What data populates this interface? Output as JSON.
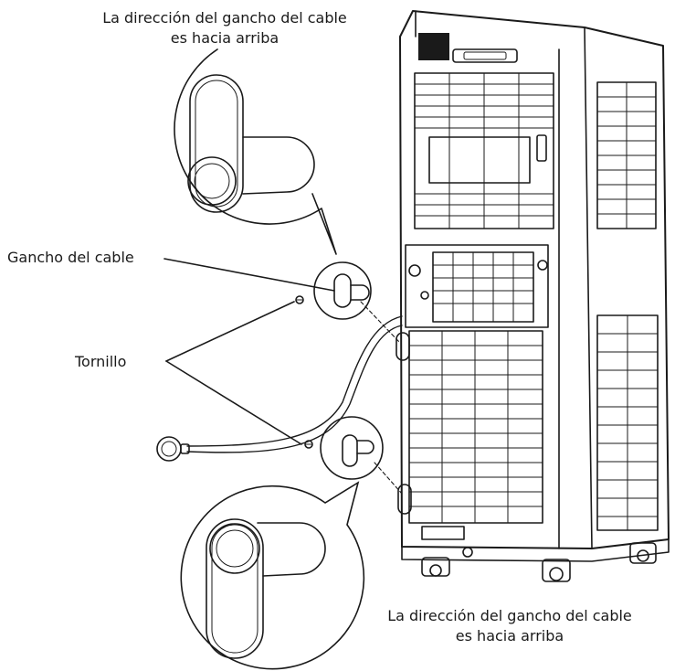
{
  "labels": {
    "top_caption_line1": "La dirección del gancho del cable",
    "top_caption_line2": "es hacia arriba",
    "cable_hook": "Gancho del cable",
    "screw": "Tornillo",
    "bottom_caption_line1": "La dirección del gancho del cable",
    "bottom_caption_line2": "es hacia arriba"
  },
  "colors": {
    "line": "#1a1a1a",
    "background": "#ffffff"
  }
}
